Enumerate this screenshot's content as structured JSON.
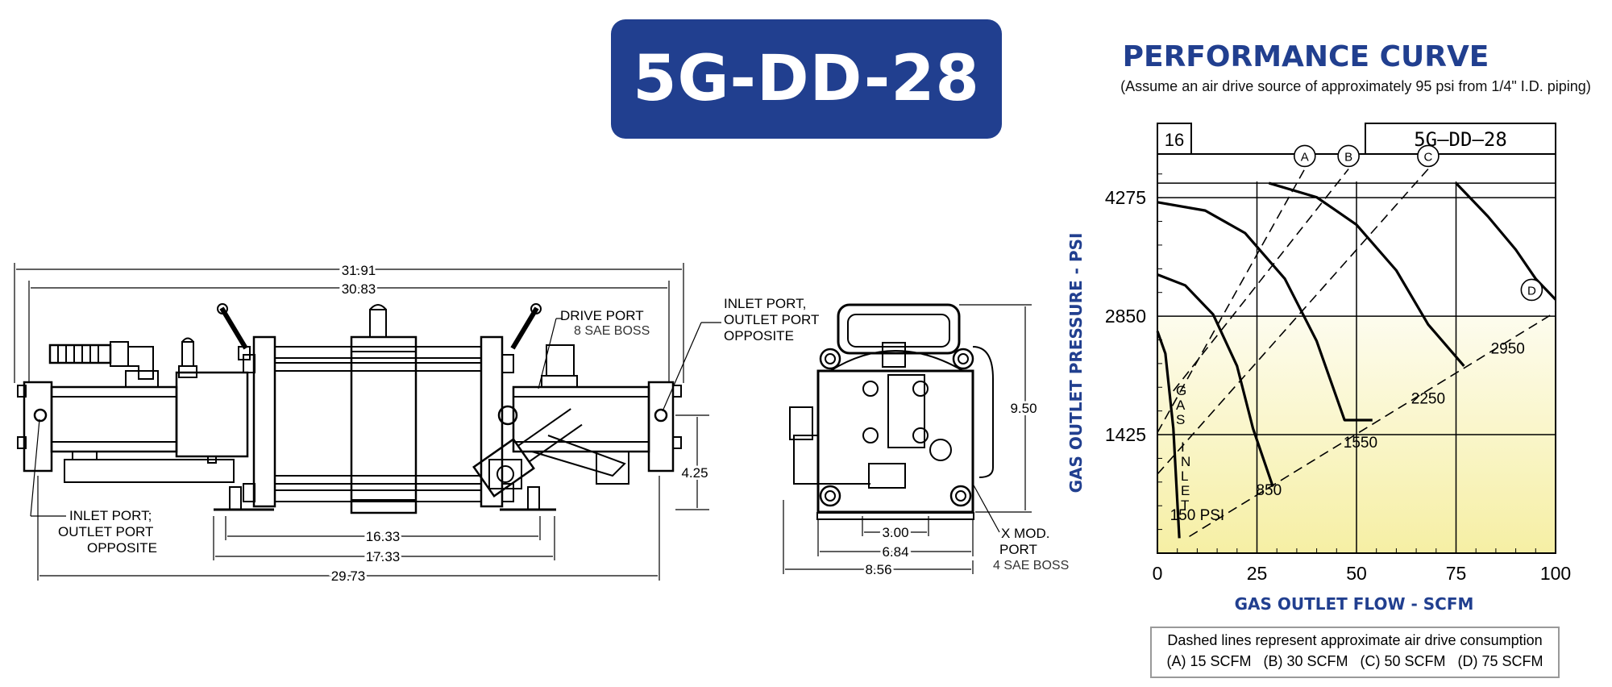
{
  "header": {
    "model_title": "5G-DD-28"
  },
  "drawing": {
    "side_view": {
      "dims": [
        "31.91",
        "30.83",
        "16.33",
        "17.33",
        "29.73",
        "4.25"
      ],
      "drive_port": [
        "DRIVE PORT",
        "8 SAE BOSS"
      ],
      "inlet_port_right": [
        "INLET PORT,",
        "OUTLET PORT",
        "OPPOSITE"
      ],
      "inlet_port_left": [
        "INLET PORT;",
        "OUTLET PORT",
        "OPPOSITE"
      ]
    },
    "end_view": {
      "dims": [
        "9.50",
        "3.00",
        "6.84",
        "8.56"
      ],
      "mod_port": [
        "X MOD.",
        "PORT",
        "4 SAE BOSS"
      ]
    }
  },
  "performance": {
    "title": "PERFORMANCE CURVE",
    "subtitle": "(Assume an air drive source of approximately 95 psi from 1/4\" I.D. piping)",
    "box_number": "16",
    "box_model": "5G–DD–28",
    "legend": {
      "line1": "Dashed lines represent approximate air drive consumption",
      "line2": "(A) 15 SCFM   (B) 30 SCFM   (C) 50 SCFM   (D) 75 SCFM"
    },
    "gas_inlet_label": [
      "G",
      "A",
      "S",
      "I",
      "N",
      "L",
      "E",
      "T"
    ]
  },
  "colors": {
    "brand_blue": "#213f8f",
    "fill_top": "#fbf9de",
    "fill_bottom": "#f6efa4"
  },
  "chart_data": {
    "type": "line",
    "xlabel": "GAS OUTLET FLOW - SCFM",
    "ylabel": "GAS OUTLET PRESSURE - PSI",
    "xlim": [
      0,
      100
    ],
    "ylim": [
      0,
      4800
    ],
    "x_ticks": [
      "0",
      "25",
      "50",
      "75",
      "100"
    ],
    "y_ticks": [
      {
        "v": 1425,
        "label": "1425"
      },
      {
        "v": 2850,
        "label": "2850"
      },
      {
        "v": 4275,
        "label": "4275"
      }
    ],
    "grid": true,
    "series": [
      {
        "name": "150 PSI",
        "points": [
          [
            0,
            2670
          ],
          [
            2,
            2400
          ],
          [
            4,
            1500
          ],
          [
            5.5,
            180
          ]
        ]
      },
      {
        "name": "850",
        "points": [
          [
            0,
            3350
          ],
          [
            7,
            3220
          ],
          [
            14,
            2870
          ],
          [
            20,
            2250
          ],
          [
            24,
            1500
          ],
          [
            29,
            800
          ]
        ]
      },
      {
        "name": "1550",
        "points": [
          [
            0,
            4220
          ],
          [
            12,
            4120
          ],
          [
            22,
            3850
          ],
          [
            32,
            3300
          ],
          [
            40,
            2550
          ],
          [
            47,
            1600
          ],
          [
            54,
            1600
          ]
        ]
      },
      {
        "name": "2250",
        "points": [
          [
            28,
            4450
          ],
          [
            40,
            4280
          ],
          [
            50,
            3950
          ],
          [
            60,
            3400
          ],
          [
            68,
            2750
          ],
          [
            77,
            2250
          ]
        ]
      },
      {
        "name": "2950",
        "points": [
          [
            75,
            4450
          ],
          [
            83,
            4050
          ],
          [
            90,
            3650
          ],
          [
            95,
            3300
          ],
          [
            100,
            3050
          ]
        ]
      }
    ],
    "consumption_lines": [
      {
        "name": "A",
        "points": [
          [
            0,
            1450
          ],
          [
            37,
            4620
          ]
        ]
      },
      {
        "name": "B",
        "points": [
          [
            4,
            1950
          ],
          [
            48,
            4620
          ]
        ]
      },
      {
        "name": "C",
        "points": [
          [
            0,
            950
          ],
          [
            68,
            4620
          ]
        ]
      },
      {
        "name": "D",
        "points": [
          [
            8,
            200
          ],
          [
            100,
            2900
          ]
        ]
      }
    ],
    "markers": [
      {
        "label": "A",
        "x": 37,
        "y": 4660
      },
      {
        "label": "B",
        "x": 48,
        "y": 4660
      },
      {
        "label": "C",
        "x": 68,
        "y": 4660
      },
      {
        "label": "D",
        "x": 94,
        "y": 3050
      }
    ],
    "pressure_labels": [
      {
        "text": "150  PSI",
        "x": 10,
        "y": 400
      },
      {
        "text": "850",
        "x": 28,
        "y": 700
      },
      {
        "text": "1550",
        "x": 51,
        "y": 1270
      },
      {
        "text": "2250",
        "x": 68,
        "y": 1800
      },
      {
        "text": "2950",
        "x": 88,
        "y": 2400
      }
    ]
  }
}
